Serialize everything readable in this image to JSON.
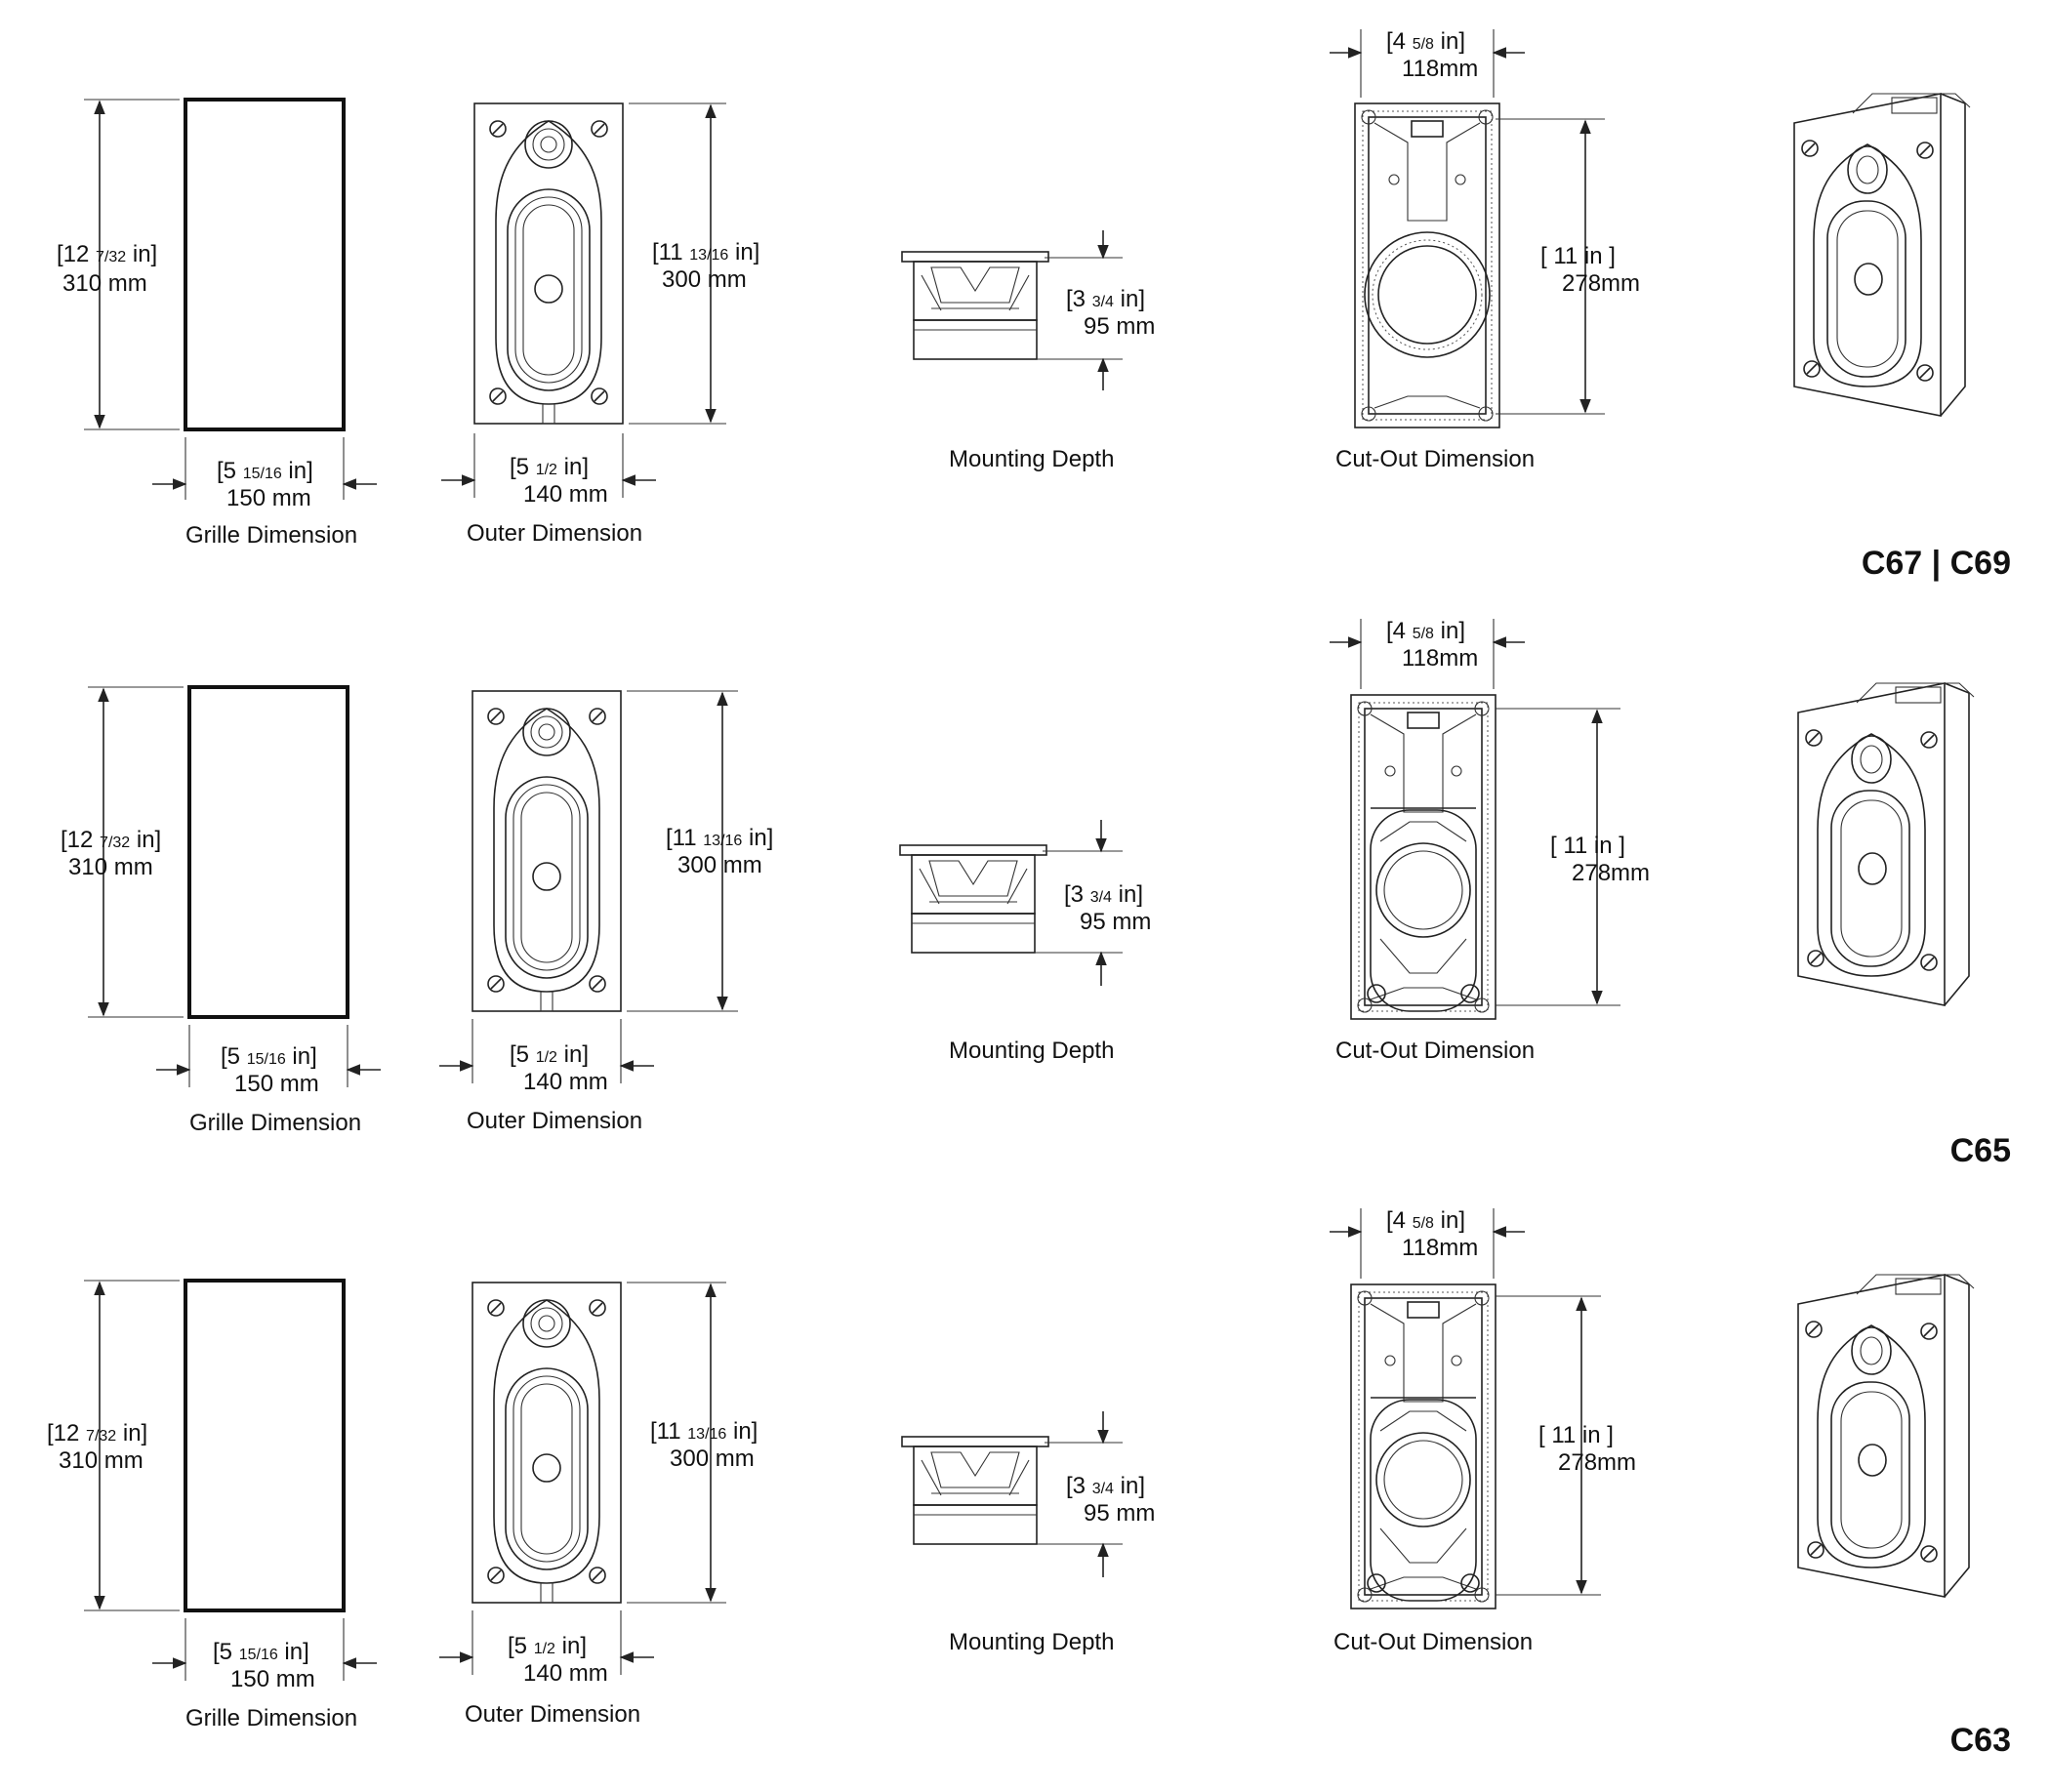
{
  "rows": [
    {
      "model": "C67 | C69",
      "grille": {
        "height_in_whole": "12",
        "height_in_frac": "7/32",
        "height_unit": "in",
        "height_mm": "310 mm",
        "width_in_whole": "5",
        "width_in_frac": "15/16",
        "width_unit": "in",
        "width_mm": "150 mm",
        "caption": "Grille Dimension"
      },
      "outer": {
        "height_in_whole": "11",
        "height_in_frac": "13/16",
        "height_unit": "in",
        "height_mm": "300 mm",
        "width_in_whole": "5",
        "width_in_frac": "1/2",
        "width_unit": "in",
        "width_mm": "140 mm",
        "caption": "Outer Dimension"
      },
      "depth": {
        "in_whole": "3",
        "in_frac": "3/4",
        "unit": "in",
        "mm": "95 mm",
        "caption": "Mounting Depth"
      },
      "cutout": {
        "width_in_whole": "4",
        "width_in_frac": "5/8",
        "width_unit": "in",
        "width_mm": "118mm",
        "height_in": "11 in",
        "height_mm": "278mm",
        "caption": "Cut-Out Dimension"
      }
    },
    {
      "model": "C65",
      "grille": {
        "height_in_whole": "12",
        "height_in_frac": "7/32",
        "height_unit": "in",
        "height_mm": "310 mm",
        "width_in_whole": "5",
        "width_in_frac": "15/16",
        "width_unit": "in",
        "width_mm": "150 mm",
        "caption": "Grille Dimension"
      },
      "outer": {
        "height_in_whole": "11",
        "height_in_frac": "13/16",
        "height_unit": "in",
        "height_mm": "300 mm",
        "width_in_whole": "5",
        "width_in_frac": "1/2",
        "width_unit": "in",
        "width_mm": "140 mm",
        "caption": "Outer Dimension"
      },
      "depth": {
        "in_whole": "3",
        "in_frac": "3/4",
        "unit": "in",
        "mm": "95 mm",
        "caption": "Mounting Depth"
      },
      "cutout": {
        "width_in_whole": "4",
        "width_in_frac": "5/8",
        "width_unit": "in",
        "width_mm": "118mm",
        "height_in": "11 in",
        "height_mm": "278mm",
        "caption": "Cut-Out Dimension"
      }
    },
    {
      "model": "C63",
      "grille": {
        "height_in_whole": "12",
        "height_in_frac": "7/32",
        "height_unit": "in",
        "height_mm": "310 mm",
        "width_in_whole": "5",
        "width_in_frac": "15/16",
        "width_unit": "in",
        "width_mm": "150 mm",
        "caption": "Grille Dimension"
      },
      "outer": {
        "height_in_whole": "11",
        "height_in_frac": "13/16",
        "height_unit": "in",
        "height_mm": "300 mm",
        "width_in_whole": "5",
        "width_in_frac": "1/2",
        "width_unit": "in",
        "width_mm": "140 mm",
        "caption": "Outer Dimension"
      },
      "depth": {
        "in_whole": "3",
        "in_frac": "3/4",
        "unit": "in",
        "mm": "95 mm",
        "caption": "Mounting Depth"
      },
      "cutout": {
        "width_in_whole": "4",
        "width_in_frac": "5/8",
        "width_unit": "in",
        "width_mm": "118mm",
        "height_in": "11 in",
        "height_mm": "278mm",
        "caption": "Cut-Out Dimension"
      }
    }
  ],
  "colors": {
    "line": "#222222",
    "background": "#ffffff"
  }
}
